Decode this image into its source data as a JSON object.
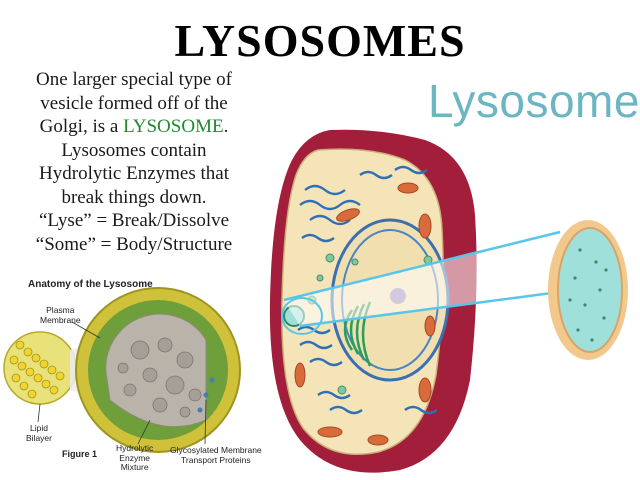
{
  "title": "LYSOSOMES",
  "body": {
    "line1": "One larger special type of",
    "line2": "vesicle formed off of the",
    "line3_pre": "Golgi, is a ",
    "line3_hl": "LYSOSOME",
    "line3_post": ".",
    "line4": "Lysosomes contain",
    "line5": "Hydrolytic Enzymes that",
    "line6": "break things down.",
    "line7": "“Lyse” = Break/Dissolve",
    "line8": "“Some” = Body/Structure"
  },
  "cell_label": "Lysosome",
  "figure": {
    "title": "Anatomy of the Lysosome",
    "label_plasma_1": "Plasma",
    "label_plasma_2": "Membrane",
    "label_lipid_1": "Lipid",
    "label_lipid_2": "Bilayer",
    "label_enzyme_1": "Hydrolytic",
    "label_enzyme_2": "Enzyme",
    "label_enzyme_3": "Mixture",
    "label_glyco_1": "Glycosylated Membrane",
    "label_glyco_2": "Transport Proteins",
    "caption": "Figure 1"
  },
  "colors": {
    "highlight": "#1f8a2e",
    "cell_label": "#6cb6c2",
    "cell_wall": "#a31e3a",
    "cytoplasm": "#f4e4b8",
    "er": "#2f6fb4",
    "mitochondria": "#d96a3a",
    "lysosome_zoom": "#9fe0db",
    "beam": "#58c6ea",
    "sphere_membrane": "#cfc13a",
    "sphere_inner": "#b9b3aa"
  }
}
